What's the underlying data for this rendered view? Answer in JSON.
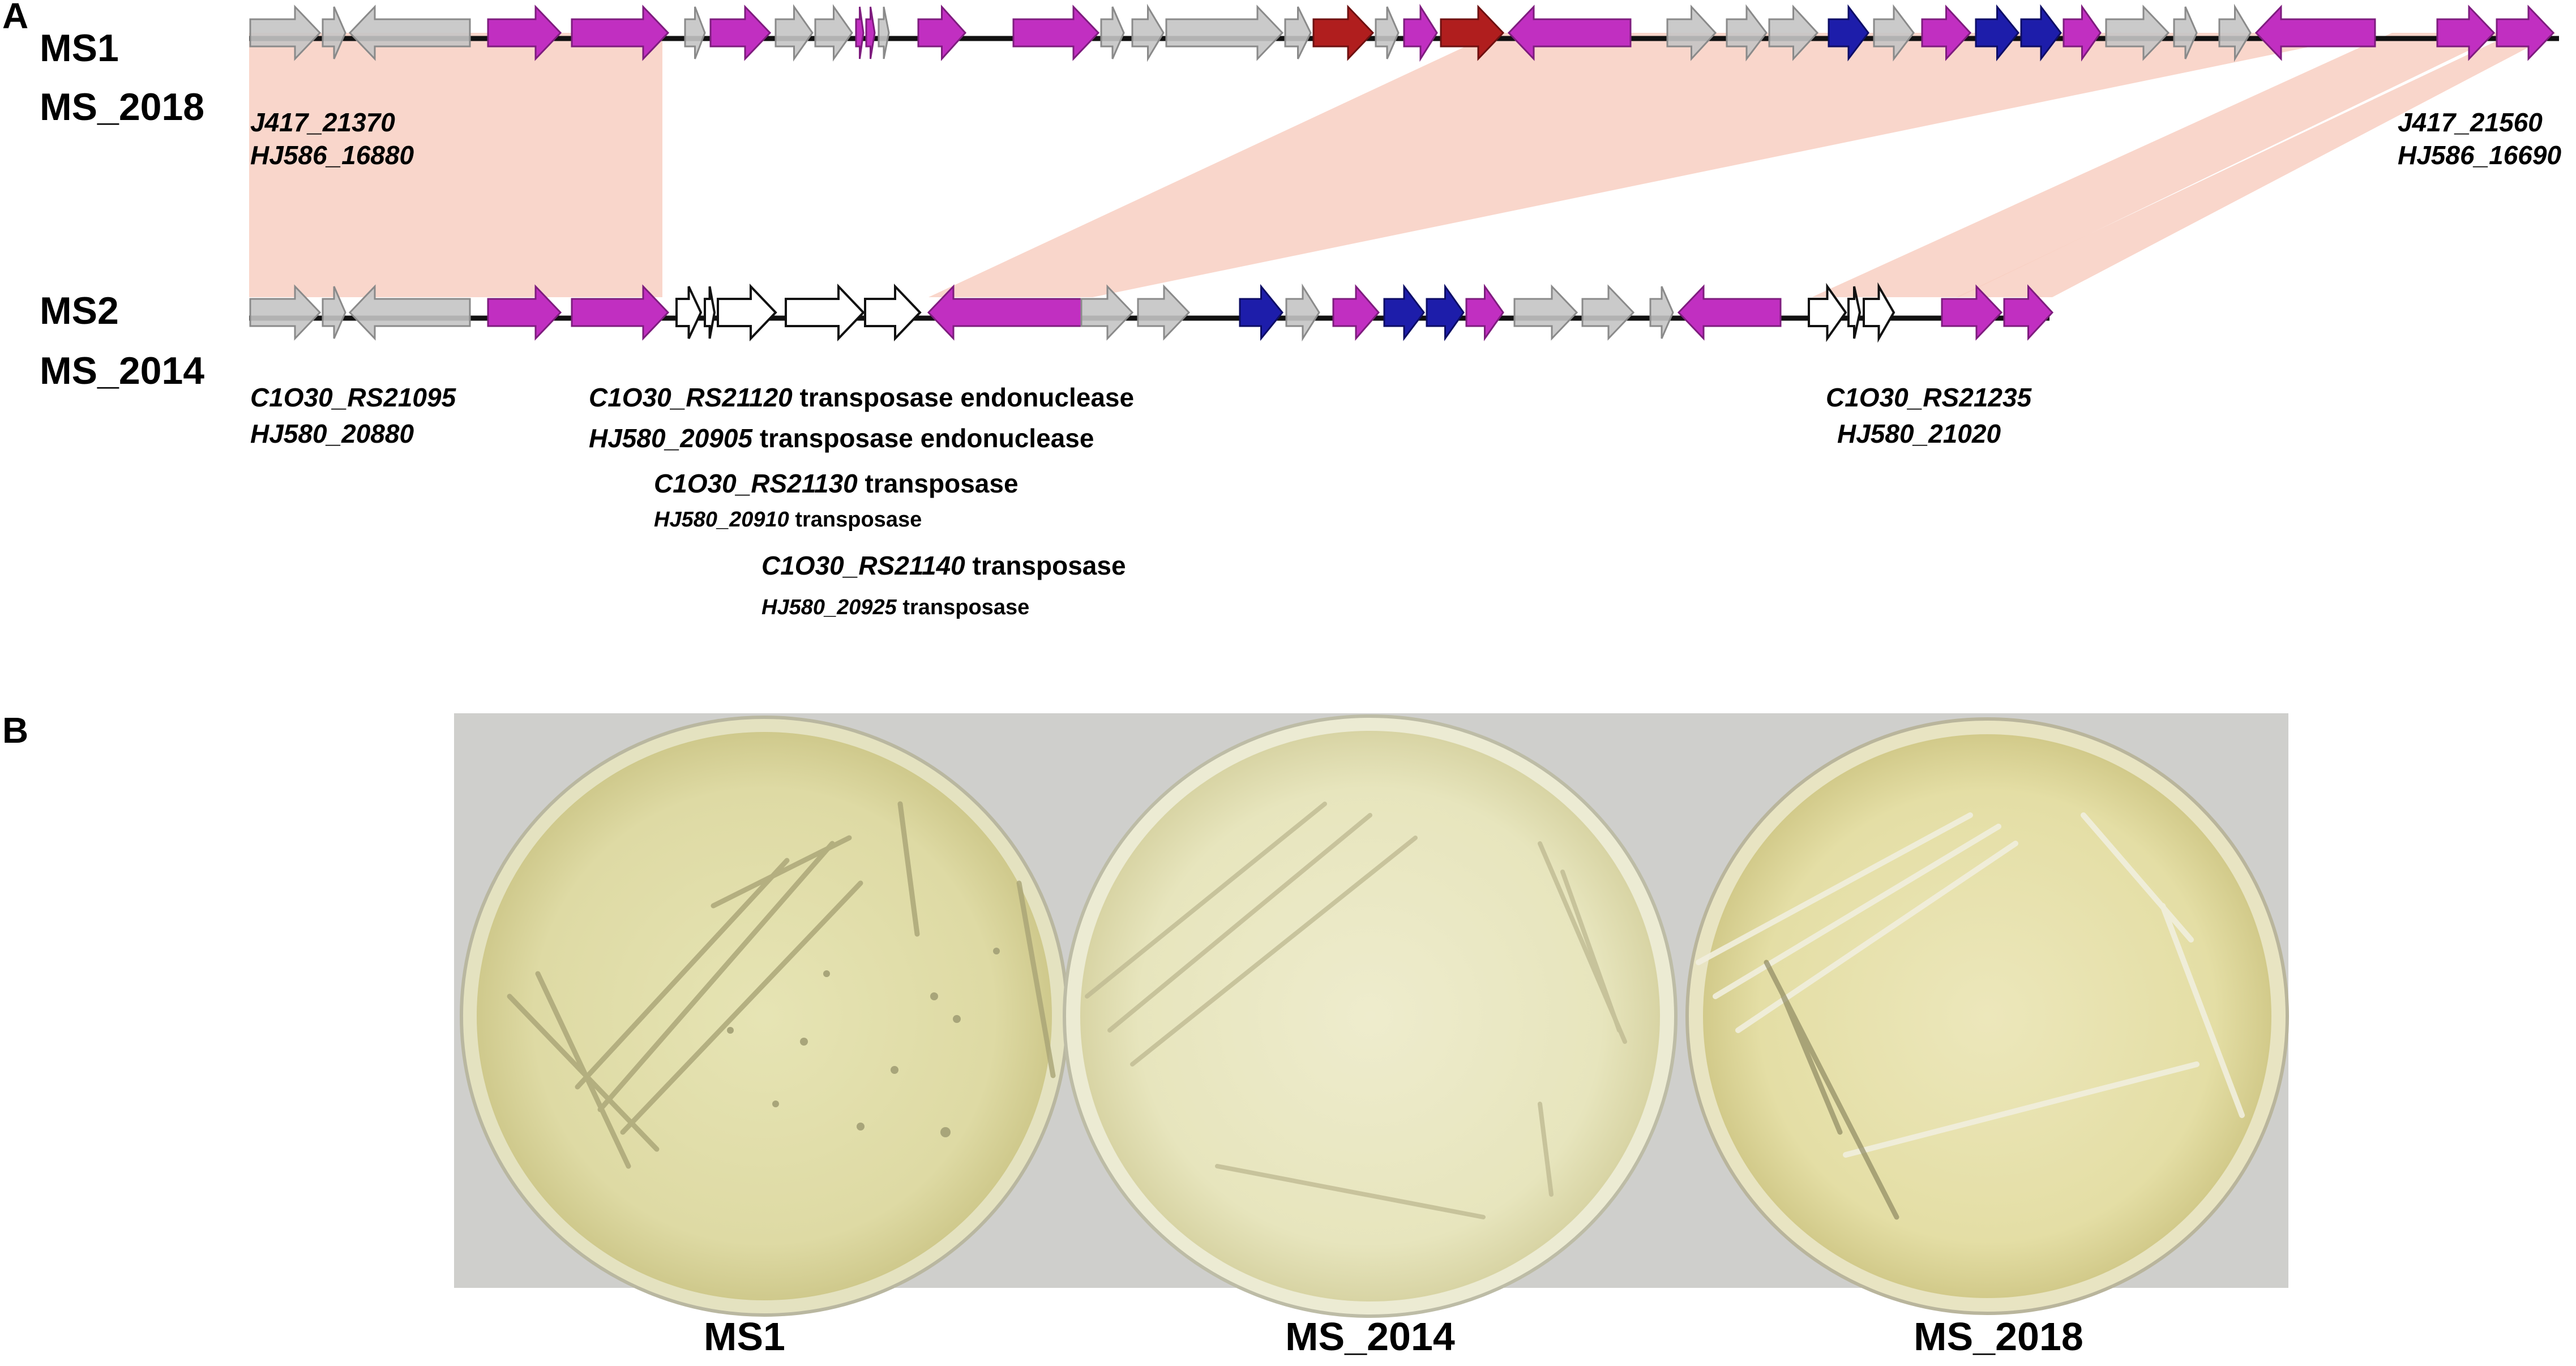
{
  "panelA": {
    "letter": "A",
    "track1": {
      "name": "MS1",
      "subname": "MS_2018"
    },
    "track2": {
      "name": "MS2",
      "subname": "MS_2014"
    },
    "labels": {
      "top_left_1": "J417_21370",
      "top_left_2": "HJ586_16880",
      "top_right_1": "J417_21560",
      "top_right_2": "HJ586_16690",
      "bot_left_1": "C1O30_RS21095",
      "bot_left_2": "HJ580_20880",
      "t1_id": "C1O30_RS21120",
      "t1_desc": " transposase endonuclease",
      "t2_id": "HJ580_20905",
      "t2_desc": " transposase endonuclease",
      "t3_id": "C1O30_RS21130",
      "t3_desc": " transposase",
      "t4_id": "HJ580_20910",
      "t4_desc": " transposase",
      "t5_id": "C1O30_RS21140",
      "t5_desc": " transposase",
      "t6_id": "HJ580_20925",
      "t6_desc": " transposase",
      "bot_right_1": "C1O30_RS21235",
      "bot_right_2": "HJ580_21020"
    },
    "colors": {
      "grey": "#c4c4c4",
      "magenta": "#c12fc1",
      "blue": "#1d1daa",
      "red": "#b01e1e",
      "synteny": "#f8cfc2",
      "backbone": "#111111"
    }
  },
  "panelB": {
    "letter": "B",
    "captions": [
      "MS1",
      "MS_2014",
      "MS_2018"
    ]
  }
}
